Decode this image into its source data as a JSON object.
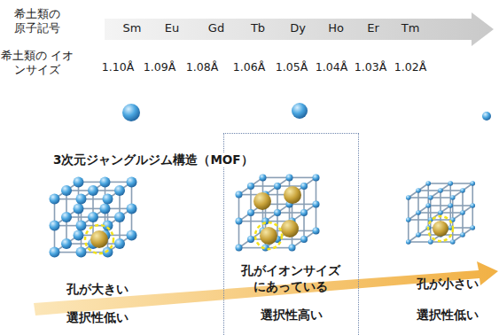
{
  "diagram": {
    "nodes": [
      {
        "text": [
          "孔がイオンサイズにあっている",
          "選択性高い"
        ]
      }
    ],
    "labels": [
      "希土類の 原子記号",
      "Sm",
      "Eu",
      "Gd",
      "Tb",
      "Dy",
      "Ho",
      "Er",
      "Tm",
      "希土類の イオンサイズ",
      "1.10Å",
      "1.09Å",
      "1.08Å",
      "1.06Å",
      "1.05Å",
      "1.04Å",
      "1.03Å",
      "1.02Å",
      "3次元ジャングルジム構造（MOF）",
      "孔が大きい",
      "孔が小さい",
      "選択性低い",
      "選択性低い"
    ]
  }
}
